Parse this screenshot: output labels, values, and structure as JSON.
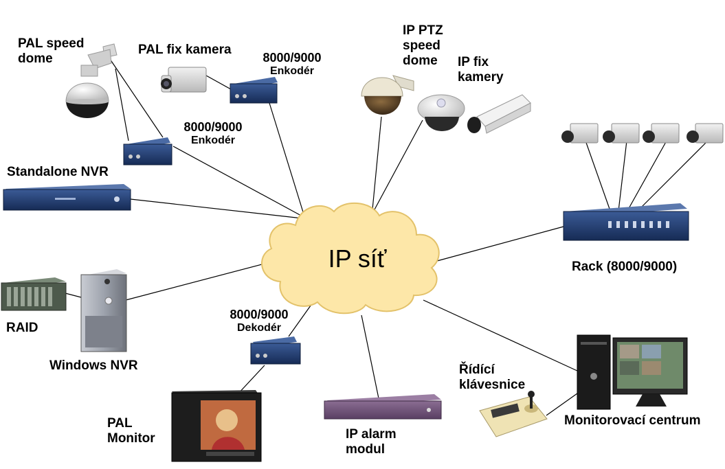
{
  "diagram": {
    "center_label": "IP síť",
    "devices": {
      "pal_speed_dome": "PAL speed\ndome",
      "pal_fix_camera": "PAL fix kamera",
      "encoder_top_model": "8000/9000",
      "encoder_top_type": "Enkodér",
      "encoder_left_model": "8000/9000",
      "encoder_left_type": "Enkodér",
      "standalone_nvr": "Standalone NVR",
      "ip_ptz": "IP PTZ\nspeed\ndome",
      "ip_fix": "IP fix\nkamery",
      "rack": "Rack (8000/9000)",
      "raid": "RAID",
      "windows_nvr": "Windows NVR",
      "decoder_model": "8000/9000",
      "decoder_type": "Dekodér",
      "pal_monitor": "PAL\nMonitor",
      "ip_alarm": "IP alarm\nmodul",
      "keyboard": "Řídící\nklávesnice",
      "monitoring_center": "Monitorovací centrum"
    },
    "colors": {
      "cloud_fill": "#fde7a8",
      "cloud_stroke": "#e3c26a",
      "device_blue": "#1f3d73",
      "device_purple": "#6e5277",
      "line": "#000000"
    }
  }
}
